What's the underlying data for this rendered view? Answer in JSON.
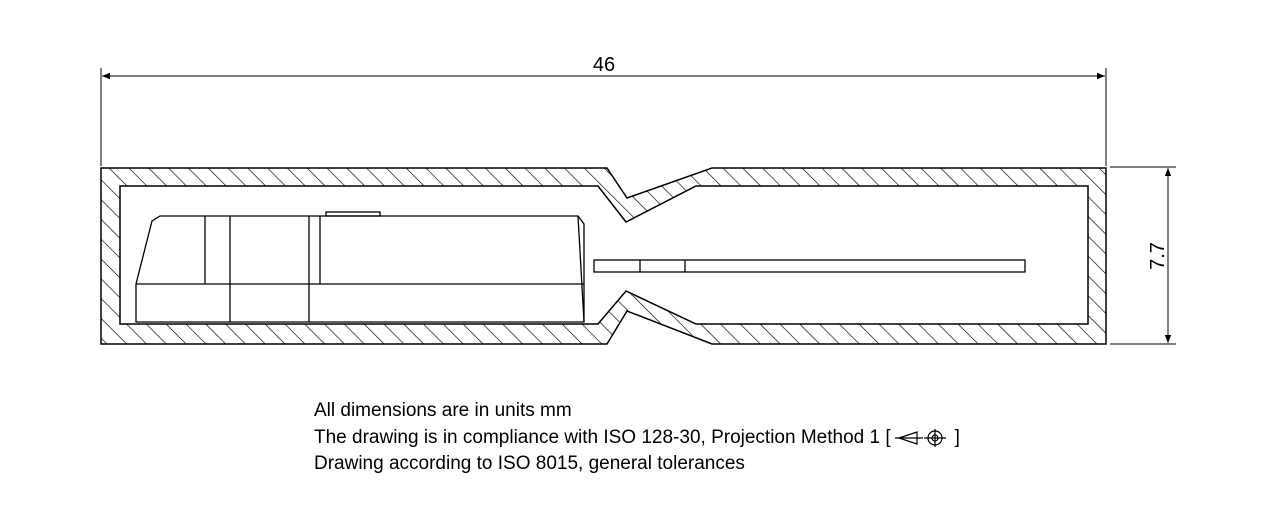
{
  "dimensions": {
    "length": "46",
    "height": "7.7"
  },
  "notes": {
    "line1": "All dimensions are in units mm",
    "line2_prefix": "The drawing is in compliance with ISO 128-30, Projection Method 1 [",
    "line2_suffix": "]",
    "line3": "Drawing according to ISO 8015, general tolerances"
  },
  "icons": {
    "projection": "first-angle-projection-symbol-icon"
  },
  "colors": {
    "line": "#000000",
    "background": "#ffffff"
  }
}
